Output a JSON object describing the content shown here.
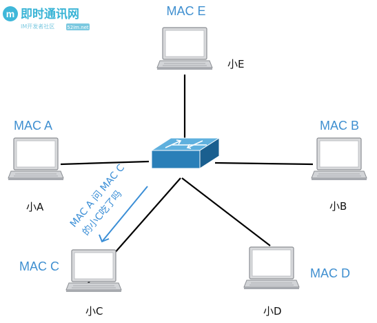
{
  "watermark": {
    "icon_letter": "m",
    "name": "即时通讯网",
    "tagline": "IM开发者社区",
    "url": "52im.net"
  },
  "nodes": {
    "mac_e": {
      "mac_label": "MAC E",
      "user_label": "小E"
    },
    "mac_a": {
      "mac_label": "MAC A",
      "user_label": "小A"
    },
    "mac_b": {
      "mac_label": "MAC B",
      "user_label": "小B"
    },
    "mac_c": {
      "mac_label": "MAC C",
      "user_label": "小C"
    },
    "mac_d": {
      "mac_label": "MAC D",
      "user_label": "小D"
    }
  },
  "switch": {
    "icon": "network-switch-icon"
  },
  "broadcast": {
    "line1": "MAC A 问 MAC C",
    "line2": "的小C吃了吗"
  },
  "colors": {
    "mac_label": "#3f8fd0",
    "arrow": "#3a8ed6",
    "switch_top": "#4fa8d8",
    "switch_front": "#1f6fa8"
  }
}
